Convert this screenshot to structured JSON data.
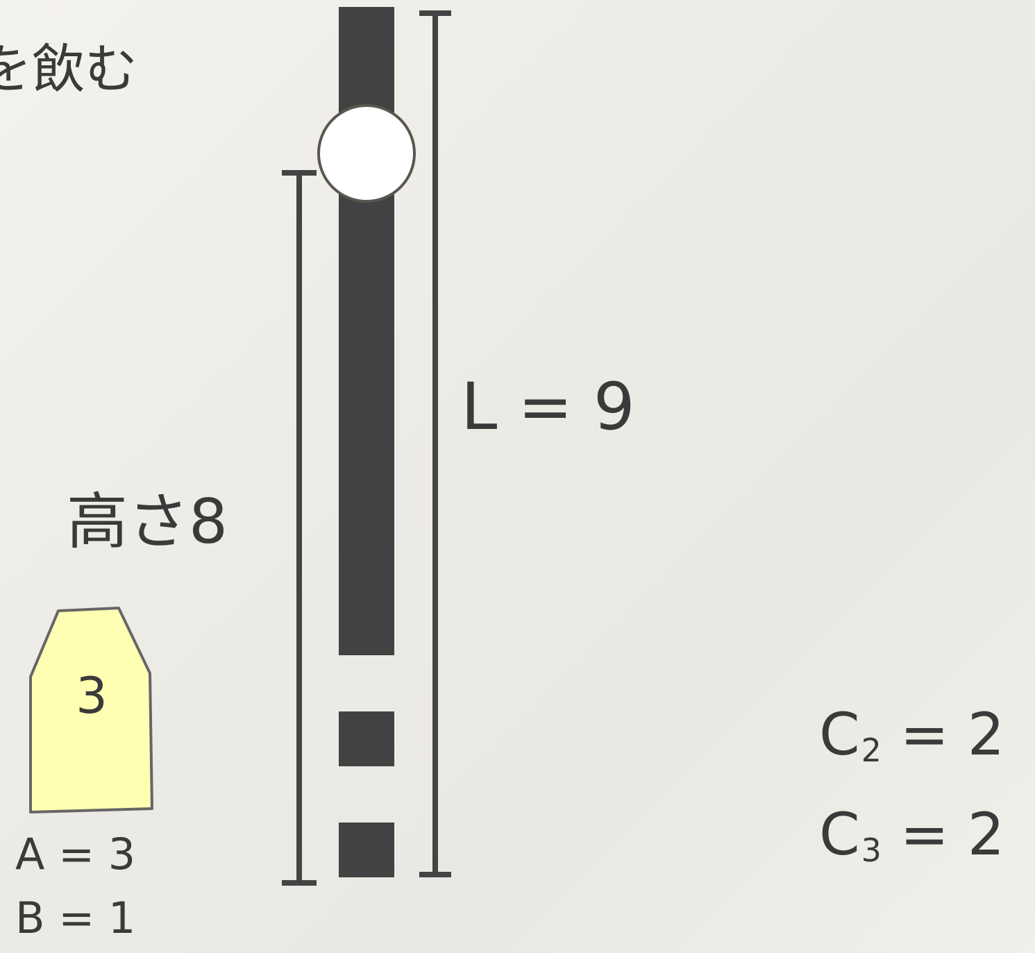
{
  "texts": {
    "drink_fragment": "を飲む",
    "height_label": "高さ8",
    "length_label": "L = 9",
    "a_label": "A = 3",
    "b_label": "B = 1",
    "c2_base": "C",
    "c2_sub": "2",
    "c2_value": " = 2",
    "c3_base": "C",
    "c3_sub": "3",
    "c3_value": " = 2"
  },
  "piece": {
    "number": "3"
  },
  "colors": {
    "bar": "#424242",
    "bracket": "#444444",
    "piece_fill": "#ffffb3",
    "piece_stroke": "#666666",
    "ball_fill": "#ffffff",
    "ball_stroke": "#5a5650"
  }
}
